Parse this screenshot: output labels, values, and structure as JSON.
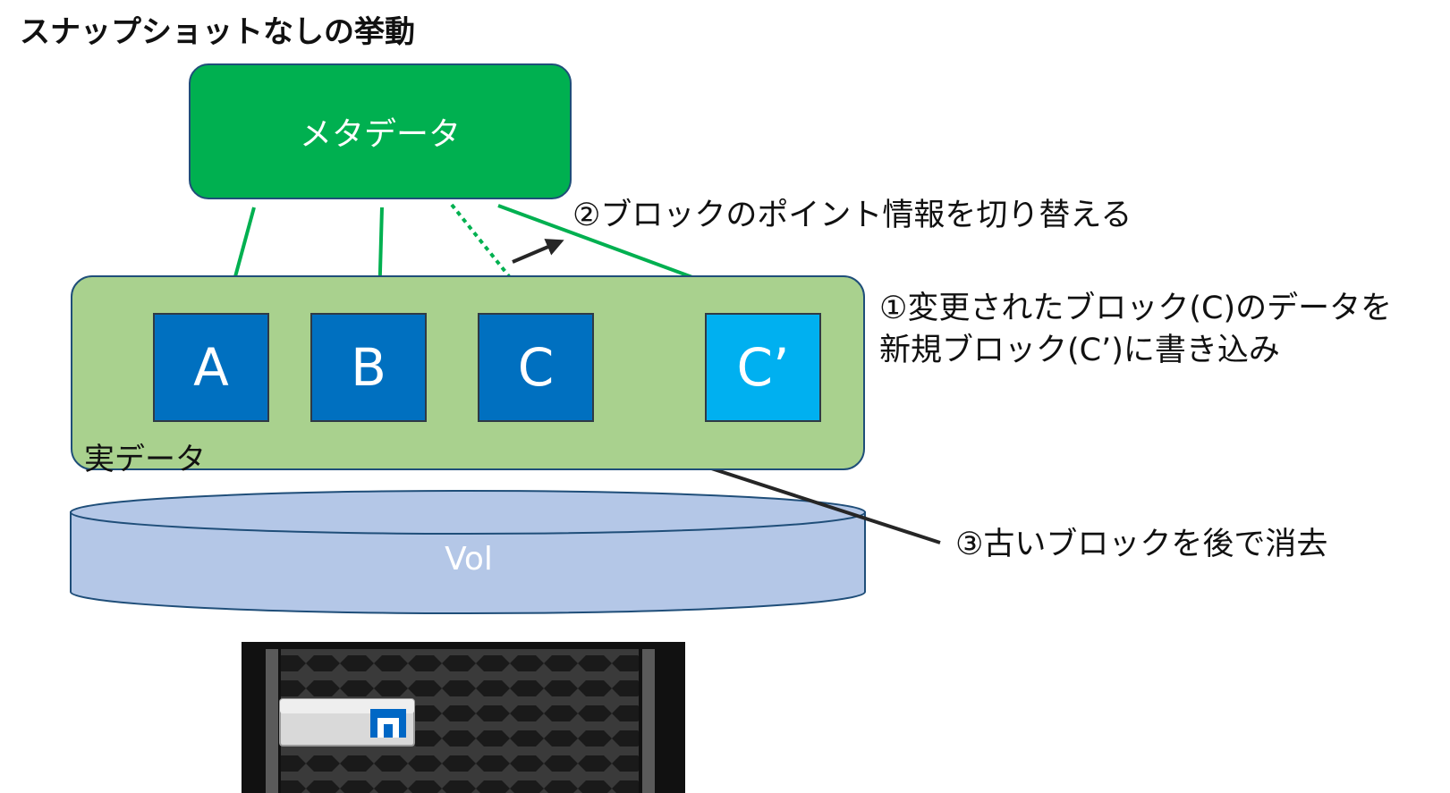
{
  "title": "スナップショットなしの挙動",
  "metadata": {
    "label": "メタデータ"
  },
  "real_data": {
    "label": "実データ",
    "blocks": [
      {
        "label": "A"
      },
      {
        "label": "B"
      },
      {
        "label": "C"
      },
      {
        "label": "C’"
      }
    ]
  },
  "volume": {
    "label": "Vol"
  },
  "annotations": {
    "step1_line1": "①変更されたブロック(C)のデータを",
    "step1_line2": "新規ブロック(C’)に書き込み",
    "step2": "②ブロックのポイント情報を切り替える",
    "step3": "③古いブロックを後で消去"
  },
  "colors": {
    "metadata_fill": "#00b050",
    "real_data_fill": "#a9d18e",
    "block_fill": "#0070c0",
    "new_block_fill": "#00b0f0",
    "volume_fill": "#b4c7e7",
    "pointer_arrow": "#00b050",
    "annotation_arrow": "#262626"
  },
  "icons": [
    "netapp-logo-icon"
  ]
}
